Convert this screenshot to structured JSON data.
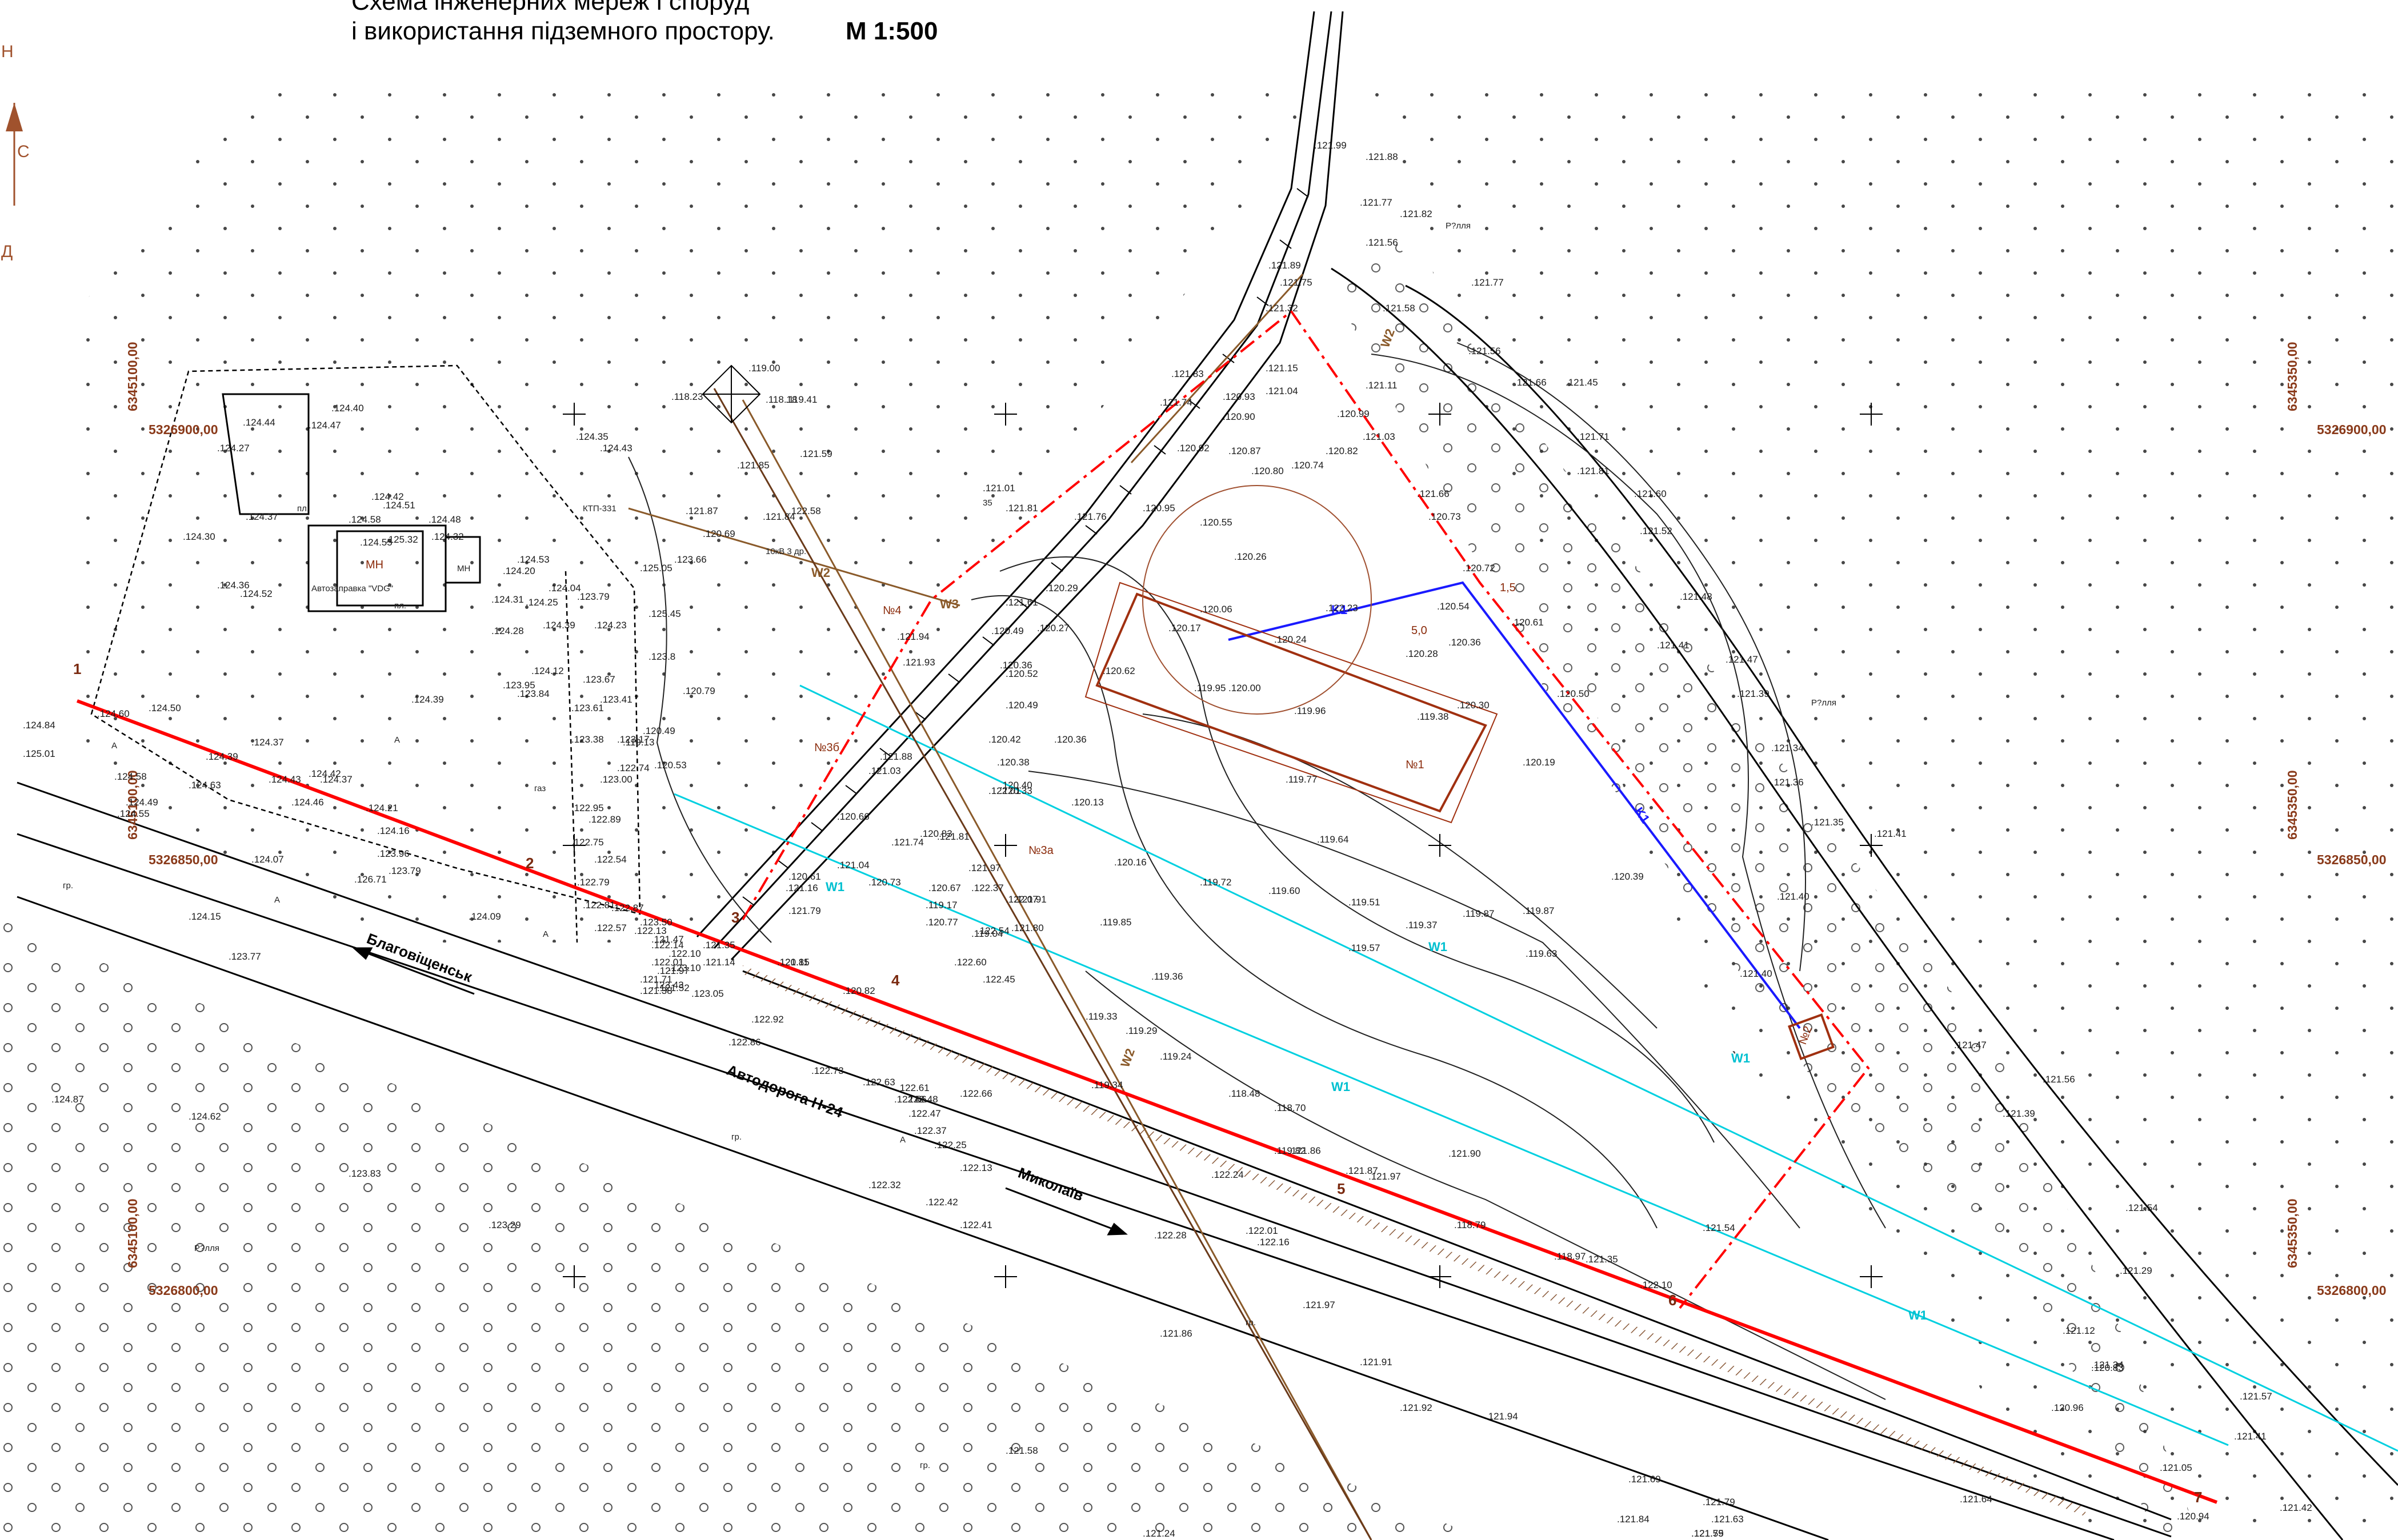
{
  "title": {
    "line1": "Схема інженерних мереж і споруд",
    "line2": "і використання підземного простору.",
    "scale": "М 1:500"
  },
  "compass": {
    "north": "Н",
    "east": "С",
    "south": "Д"
  },
  "grid_coords": [
    {
      "text": "6345100,00",
      "id": "left-top-x"
    },
    {
      "text": "5326900,00",
      "id": "left-top-y"
    },
    {
      "text": "6345100,00",
      "id": "left-mid-x"
    },
    {
      "text": "5326850,00",
      "id": "left-mid-y"
    },
    {
      "text": "6345100,00",
      "id": "left-bot-x"
    },
    {
      "text": "5326800,00",
      "id": "left-bot-y"
    },
    {
      "text": "6345350,00",
      "id": "right-top-x"
    },
    {
      "text": "5326900,00",
      "id": "right-top-y"
    },
    {
      "text": "6345350,00",
      "id": "right-mid-x"
    },
    {
      "text": "5326850,00",
      "id": "right-mid-y"
    },
    {
      "text": "6345350,00",
      "id": "right-bot-x"
    },
    {
      "text": "5326800,00",
      "id": "right-bot-y"
    }
  ],
  "boundary_points": [
    "1",
    "2",
    "3",
    "4",
    "5",
    "6",
    "7"
  ],
  "roads": {
    "main_road": "Автодорога Н-24",
    "dir_left": "Благовіщенськ",
    "dir_right": "Миколаїв"
  },
  "objects": {
    "mn": "МН",
    "gas_station": "Автозаправка \"VDG\"",
    "pl1": "пл.",
    "pl2": "пл.",
    "mn2": "МН",
    "gaz": "газ",
    "ktp": "КТП-331",
    "n1": "№1",
    "n2": "№2",
    "n3a": "№3а",
    "n3b": "№3б",
    "n4": "№4",
    "rilla1": "Р?лля",
    "rilla2": "Р?лля",
    "rilla3": "Р?лля",
    "a_marks": [
      "А",
      "А",
      "А",
      "А",
      "А",
      "А"
    ],
    "gr_marks": [
      "гр.",
      "гр.",
      "гр.",
      "гр."
    ],
    "dim1": "5,0",
    "dim2": "1,5"
  },
  "networks": {
    "water_pipe": "W1",
    "water_main": "W2",
    "water_main_3": "W3",
    "sewer": "K1",
    "w2_note": "10кВ 3 др.",
    "thirty_five": "35"
  },
  "elevations": [
    "121.99",
    "121.88",
    "121.77",
    "121.82",
    "121.56",
    "121.89",
    "121.75",
    "121.77",
    "121.58",
    "121.32",
    "121.15",
    "121.04",
    "121.83",
    "121.74",
    "120.93",
    "120.90",
    "120.99",
    "121.11",
    "121.56",
    "121.66",
    "121.45",
    "120.92",
    "120.87",
    "120.82",
    "121.03",
    "121.71",
    "120.80",
    "120.74",
    "121.66",
    "121.81",
    "121.01",
    "120.95",
    "120.73",
    "121.60",
    "121.81",
    "121.76",
    "120.55",
    "121.52",
    "120.26",
    "120.72",
    "120.29",
    "120.06",
    "120.54",
    "120.61",
    "121.48",
    "121.61",
    "120.17",
    "120.27",
    "121.41",
    "120.24",
    "120.28",
    "120.36",
    "121.47",
    "121.94",
    "120.49",
    "120.36",
    "120.62",
    "121.93",
    "120.52",
    "119.95",
    "120.00",
    "120.50",
    "121.39",
    "119.96",
    "120.30",
    "120.49",
    "119.38",
    "120.42",
    "120.36",
    "120.38",
    "120.19",
    "121.34",
    "119.77",
    "120.40",
    "120.33",
    "121.36",
    "120.13",
    "121.35",
    "121.41",
    "119.64",
    "120.16",
    "120.39",
    "121.40",
    "119.72",
    "119.60",
    "119.51",
    "119.87",
    "119.87",
    "119.85",
    "119.37",
    "119.57",
    "119.63",
    "121.40",
    "119.36",
    "119.33",
    "119.29",
    "121.47",
    "121.56",
    "119.34",
    "121.39",
    "118.79",
    "118.97",
    "121.54",
    "121.29",
    "121.12",
    "120.83",
    "121.34",
    "120.96",
    "121.57",
    "121.41",
    "121.05",
    "120.94",
    "121.42",
    "121.69",
    "121.79",
    "121.63",
    "121.64",
    "121.75",
    "121.84",
    "121.59",
    "121.24",
    "121.58",
    "121.91",
    "121.92",
    "121.94",
    "121.97",
    "121.86",
    "122.01",
    "122.16",
    "122.24",
    "122.28",
    "122.41",
    "122.32",
    "122.42",
    "122.13",
    "122.25",
    "122.37",
    "122.47",
    "122.48",
    "122.56",
    "122.63",
    "122.61",
    "122.66",
    "122.73",
    "122.86",
    "122.92",
    "123.05",
    "123.10",
    "123.29",
    "123.43",
    "123.50",
    "123.77",
    "123.83",
    "124.09",
    "124.15",
    "124.62",
    "124.87",
    "124.84",
    "124.60",
    "124.50",
    "125.01",
    "124.58",
    "124.39",
    "124.37",
    "124.63",
    "124.49",
    "124.55",
    "124.43",
    "124.46",
    "124.42",
    "124.37",
    "124.21",
    "124.16",
    "123.96",
    "123.79",
    "126.71",
    "124.07",
    "124.39",
    "124.35",
    "124.43",
    "124.27",
    "124.44",
    "124.30",
    "124.37",
    "124.36",
    "124.52",
    "124.58",
    "124.55",
    "124.51",
    "125.32",
    "124.47",
    "124.40",
    "124.42",
    "124.48",
    "124.32",
    "124.53",
    "124.20",
    "124.04",
    "124.31",
    "124.25",
    "124.39",
    "124.28",
    "123.79",
    "124.23",
    "124.12",
    "123.67",
    "123.95",
    "123.84",
    "123.61",
    "123.41",
    "123.38",
    "123.17",
    "122.74",
    "123.00",
    "122.95",
    "122.89",
    "122.75",
    "122.54",
    "122.79",
    "122.81",
    "122.87",
    "122.57",
    "122.10",
    "122.13",
    "122.14",
    "122.01",
    "121.97",
    "121.71",
    "121.52",
    "121.47",
    "121.38",
    "121.35",
    "121.14",
    "121.11",
    "121.79",
    "121.16",
    "120.82",
    "120.85",
    "121.04",
    "120.61",
    "120.77",
    "120.67",
    "120.73",
    "120.83",
    "120.66",
    "121.03",
    "121.88",
    "121.74",
    "121.81",
    "122.37",
    "122.60",
    "122.54",
    "122.45",
    "121.80",
    "121.97",
    "122.01",
    "122.23",
    "122.07",
    "121.91",
    "121.85",
    "121.59",
    "122.58",
    "121.84",
    "121.87",
    "120.69",
    "123.66",
    "125.05",
    "125.45",
    "123.8",
    "120.79",
    "120.49",
    "120.53",
    "119.13",
    "119.17",
    "119.04",
    "119.00",
    "118.18",
    "118.23",
    "119.41",
    "119.24",
    "118.48",
    "118.70",
    "119.82",
    "121.86",
    "121.87",
    "121.97",
    "121.90",
    "121.35",
    "122.10",
    "121.54"
  ]
}
